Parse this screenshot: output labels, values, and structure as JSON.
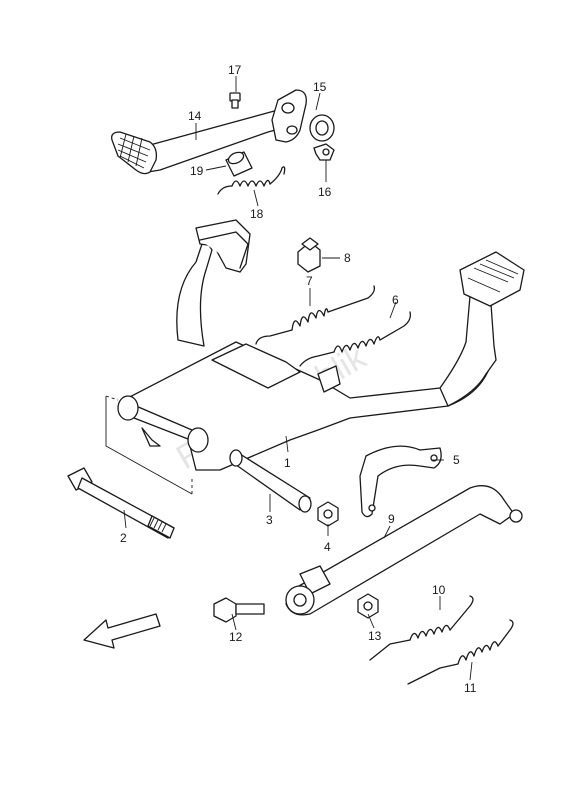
{
  "watermark": "PartsRepublik",
  "callouts": [
    {
      "id": "1",
      "label": "1"
    },
    {
      "id": "2",
      "label": "2"
    },
    {
      "id": "3",
      "label": "3"
    },
    {
      "id": "4",
      "label": "4"
    },
    {
      "id": "5",
      "label": "5"
    },
    {
      "id": "6",
      "label": "6"
    },
    {
      "id": "7",
      "label": "7"
    },
    {
      "id": "8",
      "label": "8"
    },
    {
      "id": "9",
      "label": "9"
    },
    {
      "id": "10",
      "label": "10"
    },
    {
      "id": "11",
      "label": "11"
    },
    {
      "id": "12",
      "label": "12"
    },
    {
      "id": "13",
      "label": "13"
    },
    {
      "id": "14",
      "label": "14"
    },
    {
      "id": "15",
      "label": "15"
    },
    {
      "id": "16",
      "label": "16"
    },
    {
      "id": "17",
      "label": "17"
    },
    {
      "id": "18",
      "label": "18"
    },
    {
      "id": "19",
      "label": "19"
    }
  ],
  "front_arrow_icon": "arrow-front-icon"
}
